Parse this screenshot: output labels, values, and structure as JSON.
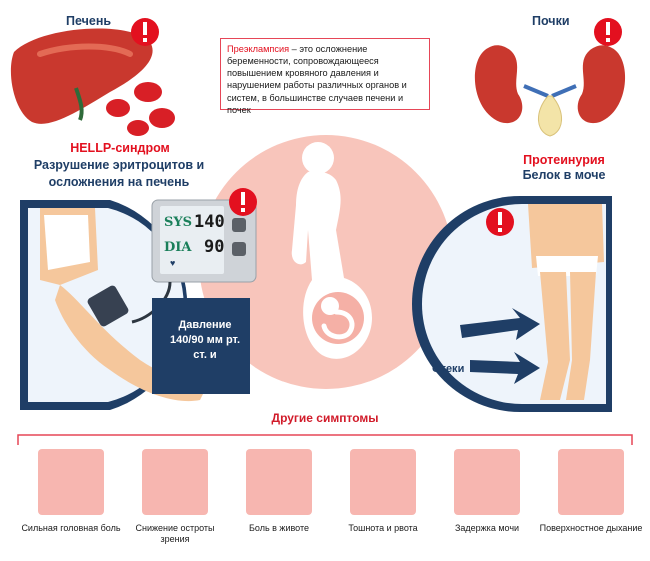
{
  "liver": {
    "title": "Печень",
    "syndrome": "HELLP-синдром",
    "description": "Разрушение эритроцитов и осложнения на печень"
  },
  "kidneys": {
    "title": "Почки",
    "condition": "Протеинурия",
    "description": "Белок в моче"
  },
  "info": {
    "term": "Преэклампсия",
    "text": " – это осложнение беременности, сопровождающееся повышением кровяного давления и нарушением работы различных органов и систем, в большинстве случаев печени и почек"
  },
  "monitor": {
    "sys_label": "SYS",
    "sys_value": "140",
    "dia_label": "DIA",
    "dia_value": "90"
  },
  "pressure": {
    "text": "Давление 140/90 мм рт. ст. и"
  },
  "edema": {
    "label": "Отеки"
  },
  "symptoms": {
    "title": "Другие симптомы",
    "items": [
      {
        "label": "Сильная головная боль",
        "icon": "headache-icon"
      },
      {
        "label": "Снижение остроты зрения",
        "icon": "eye-icon"
      },
      {
        "label": "Боль в животе",
        "icon": "lightning-arrow-icon"
      },
      {
        "label": "Тошнота и рвота",
        "icon": "nausea-icon"
      },
      {
        "label": "Задержка мочи",
        "icon": "toilet-icon"
      },
      {
        "label": "Поверхностное дыхание",
        "icon": "lungs-icon"
      }
    ]
  },
  "colors": {
    "accent_red": "#e3101f",
    "navy": "#1f3e66",
    "peach": "#f8c9c0",
    "tile": "#f7b6b0"
  }
}
